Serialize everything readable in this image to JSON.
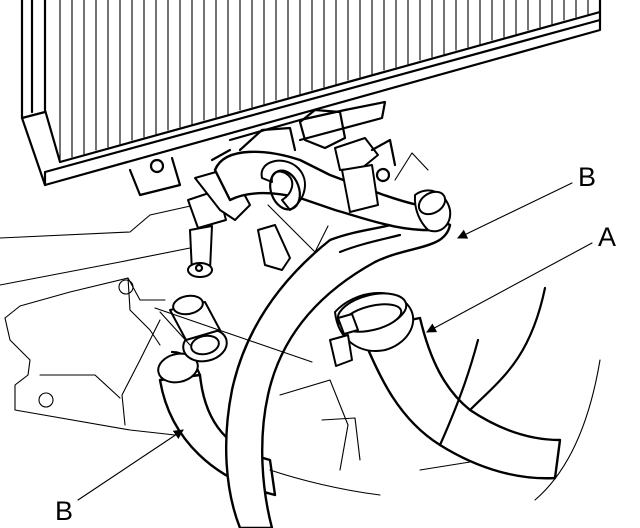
{
  "callouts": [
    {
      "label": "B"
    },
    {
      "label": "A"
    },
    {
      "label": "B"
    }
  ]
}
